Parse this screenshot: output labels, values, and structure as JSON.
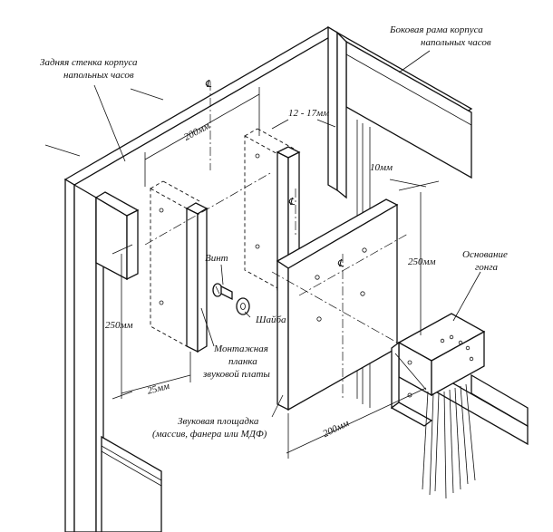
{
  "diagram": {
    "labels": {
      "back_wall": [
        "Задняя стенка корпуса",
        "напольных часов"
      ],
      "side_frame": [
        "Боковая рама корпуса",
        "напольных часов"
      ],
      "gong_base": [
        "Основание",
        "гонга"
      ],
      "screw": "Винт",
      "washer": "Шайба",
      "mount_strip": [
        "Монтажная",
        "планка",
        "звуковой платы"
      ],
      "soundboard": [
        "Звуковая площадка",
        "(массив, фанера или МДФ)"
      ]
    },
    "dimensions": {
      "d200_top": "200мм",
      "d12_17": "12 - 17мм",
      "d10": "10мм",
      "d250_right": "250мм",
      "d250_left": "250мм",
      "d25": "25мм",
      "d200_bottom": "200мм"
    },
    "centerline_symbol": "℄"
  }
}
